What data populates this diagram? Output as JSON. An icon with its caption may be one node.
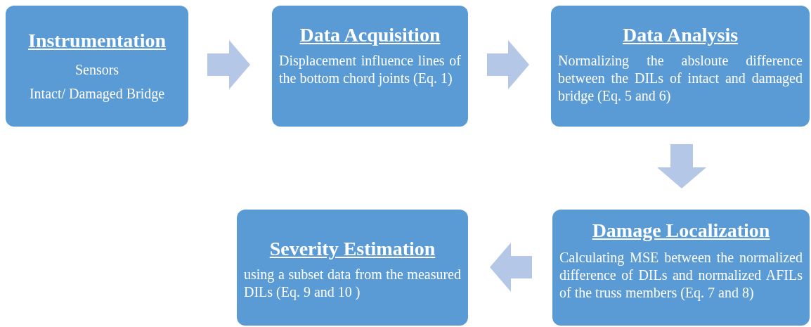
{
  "diagram": {
    "nodes": [
      {
        "text": [
          "Instrumentation",
          "Sensors",
          "Intact/ Damaged Bridge"
        ]
      },
      {
        "text": [
          "Data Acquisition",
          "Displacement influence lines of the bottom chord joints (Eq. 1)"
        ]
      },
      {
        "text": [
          "Data Analysis",
          "Normalizing the absloute difference between the DILs of intact and damaged bridge (Eq. 5 and 6)"
        ]
      },
      {
        "text": [
          "Damage Localization",
          "Calculating MSE between the normalized difference of DILs and normalized AFILs of the truss members (Eq. 7 and 8)"
        ]
      },
      {
        "text": [
          "Severity Estimation",
          "using a subset data from the measured DILs (Eq. 9 and 10 )"
        ]
      }
    ],
    "edges": [
      {
        "from": 0,
        "to": 1,
        "arrow": "to"
      },
      {
        "from": 1,
        "to": 2,
        "arrow": "to"
      },
      {
        "from": 2,
        "to": 3,
        "arrow": "to"
      },
      {
        "from": 3,
        "to": 4,
        "arrow": "to"
      }
    ]
  }
}
